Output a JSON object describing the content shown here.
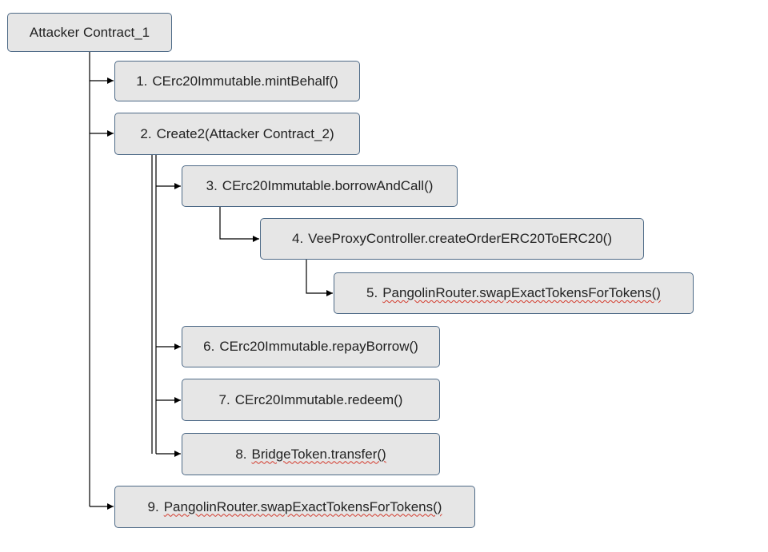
{
  "diagram": {
    "root": {
      "label": "Attacker Contract_1"
    },
    "steps": [
      {
        "num": "1.",
        "label": "CErc20Immutable.mintBehalf()"
      },
      {
        "num": "2.",
        "label": "Create2(Attacker Contract_2)"
      },
      {
        "num": "3.",
        "label": "CErc20Immutable.borrowAndCall()"
      },
      {
        "num": "4.",
        "label": "VeeProxyController.createOrderERC20ToERC20()"
      },
      {
        "num": "5.",
        "label": "PangolinRouter.swapExactTokensForTokens()"
      },
      {
        "num": "6.",
        "label": "CErc20Immutable.repayBorrow()"
      },
      {
        "num": "7.",
        "label": "CErc20Immutable.redeem()"
      },
      {
        "num": "8.",
        "label": "BridgeToken.transfer()"
      },
      {
        "num": "9.",
        "label": "PangolinRouter.swapExactTokensForTokens()"
      }
    ],
    "colors": {
      "box_fill": "#e6e6e6",
      "box_border": "#4e6a87",
      "connector": "#000000",
      "spellcheck_underline": "#d33a2c"
    }
  }
}
